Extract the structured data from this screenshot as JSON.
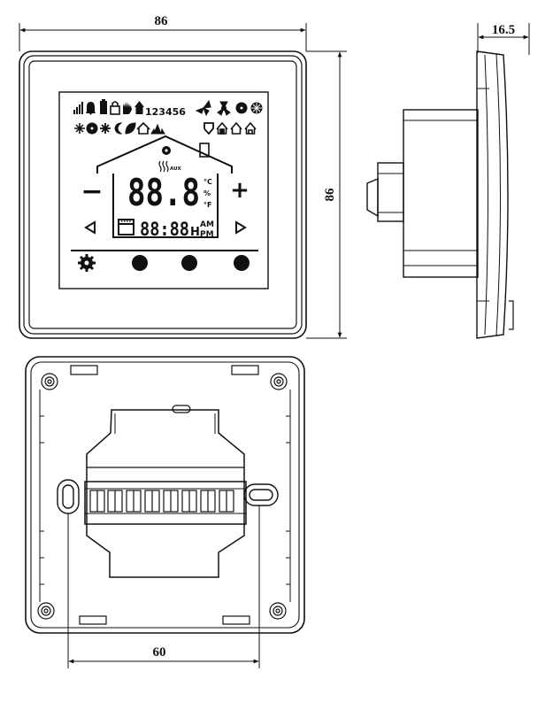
{
  "dimensions": {
    "front_width": "86",
    "front_height": "86",
    "side_depth": "16.5",
    "back_mount_spacing": "60"
  },
  "lcd": {
    "program_digits": "123456",
    "aux_label": "AUX",
    "main_reading": "88.8",
    "unit_celsius": "°C",
    "unit_percent": "%",
    "unit_fahrenheit": "°F",
    "clock": "88:88",
    "hour_suffix": "H",
    "am_label": "AM",
    "pm_label": "PM",
    "minus_symbol": "−",
    "plus_symbol": "+"
  },
  "colors": {
    "line": "#111111",
    "background": "#ffffff"
  }
}
